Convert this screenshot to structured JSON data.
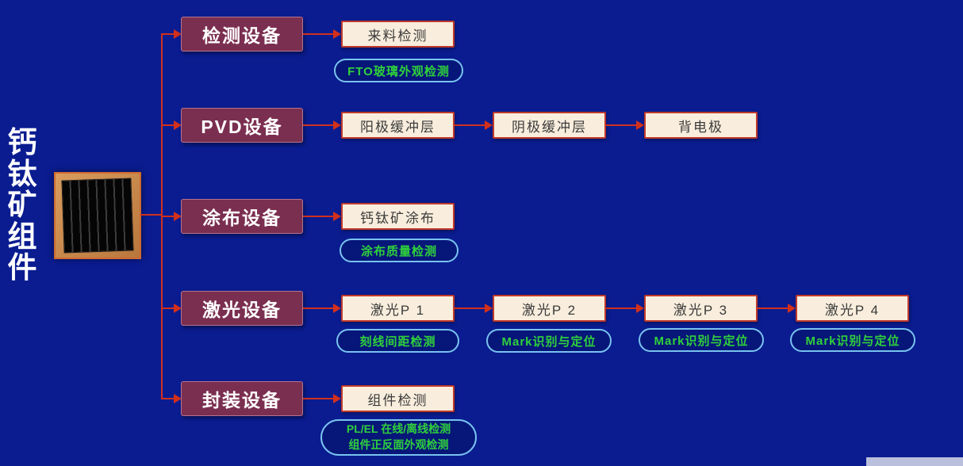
{
  "colors": {
    "background": "#0a1c90",
    "arrow": "#d2301c",
    "device_box_bg": "#7b2f50",
    "device_box_text": "#ffffff",
    "step_box_bg": "#f9eedd",
    "step_box_border": "#c03a2b",
    "step_box_text": "#3b3b3b",
    "check_border": "#79c3ef",
    "check_text": "#2fd13c",
    "title_text": "#ffffff"
  },
  "title": "钙钛矿组件",
  "rows": [
    {
      "device": "检测设备",
      "steps": [
        {
          "label": "来料检测",
          "check": {
            "lines": [
              "FTO玻璃外观检测"
            ]
          }
        }
      ]
    },
    {
      "device": "PVD设备",
      "steps": [
        {
          "label": "阳极缓冲层"
        },
        {
          "label": "阴极缓冲层"
        },
        {
          "label": "背电极"
        }
      ]
    },
    {
      "device": "涂布设备",
      "steps": [
        {
          "label": "钙钛矿涂布",
          "check": {
            "lines": [
              "涂布质量检测"
            ]
          }
        }
      ]
    },
    {
      "device": "激光设备",
      "steps": [
        {
          "label": "激光P 1",
          "check": {
            "lines": [
              "刻线间距检测"
            ]
          }
        },
        {
          "label": "激光P 2",
          "check": {
            "lines": [
              "Mark识别与定位"
            ]
          }
        },
        {
          "label": "激光P 3",
          "check": {
            "lines": [
              "Mark识别与定位"
            ]
          }
        },
        {
          "label": "激光P 4",
          "check": {
            "lines": [
              "Mark识别与定位"
            ]
          }
        }
      ]
    },
    {
      "device": "封装设备",
      "steps": [
        {
          "label": "组件检测",
          "check": {
            "lines": [
              "PL/EL 在线/离线检测",
              "组件正反面外观检测"
            ]
          }
        }
      ]
    }
  ]
}
